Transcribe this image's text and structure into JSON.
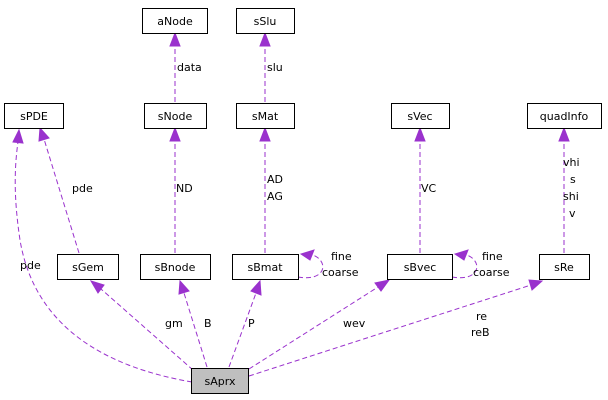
{
  "nodes": {
    "aNode": "aNode",
    "sSlu": "sSlu",
    "sPDE": "sPDE",
    "sNode": "sNode",
    "sMat": "sMat",
    "sVec": "sVec",
    "quadInfo": "quadInfo",
    "sGem": "sGem",
    "sBnode": "sBnode",
    "sBmat": "sBmat",
    "sBvec": "sBvec",
    "sRe": "sRe",
    "sAprx": "sAprx"
  },
  "edge_labels": {
    "data": "data",
    "slu": "slu",
    "nd": "ND",
    "ad": "AD",
    "ag": "AG",
    "vc": "VC",
    "vhi": "vhi",
    "s": "s",
    "shi": "shi",
    "v": "v",
    "pde_gem": "pde",
    "pde_aprx": "pde",
    "bmat_fine": "fine",
    "bmat_coarse": "coarse",
    "bvec_fine": "fine",
    "bvec_coarse": "coarse",
    "gm": "gm",
    "b": "B",
    "p": "P",
    "wev": "wev",
    "re": "re",
    "reb": "reB"
  },
  "colors": {
    "edge": "#9a32cd",
    "highlight_fill": "#bfbfbf",
    "box_stroke": "#000000"
  }
}
